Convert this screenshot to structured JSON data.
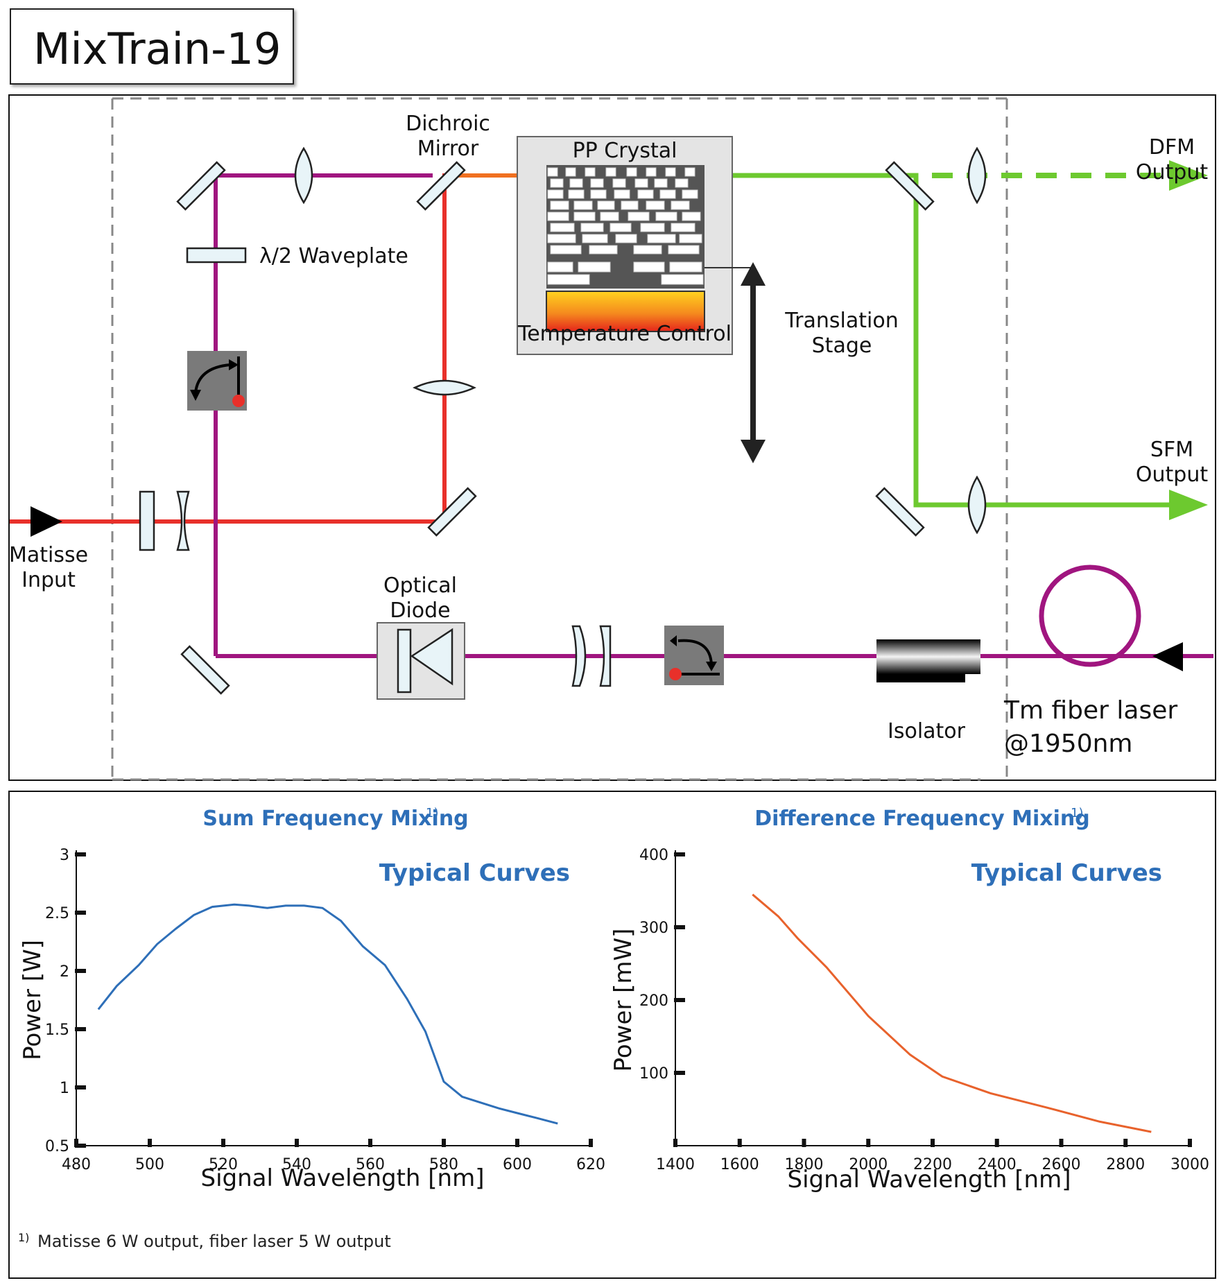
{
  "title": "MixTrain-19",
  "diagram": {
    "labels": {
      "dichroic_mirror": [
        "Dichroic",
        "Mirror"
      ],
      "pp_crystal": "PP Crystal",
      "temperature_control": "Temperature Control",
      "waveplate": "λ/2 Waveplate",
      "translation_stage": [
        "Translation",
        "Stage"
      ],
      "dfm_output": [
        "DFM",
        "Output"
      ],
      "sfm_output": [
        "SFM",
        "Output"
      ],
      "matisse_input": [
        "Matisse",
        "Input"
      ],
      "optical_diode": [
        "Optical",
        "Diode"
      ],
      "isolator": "Isolator",
      "tm_fiber_laser": [
        "Tm fiber laser",
        "@1950nm"
      ]
    },
    "colors": {
      "red_beam": "#e8302a",
      "purple_beam": "#a0157f",
      "orange_beam": "#f07020",
      "green_beam": "#6dc92f"
    }
  },
  "chart_data": [
    {
      "type": "line",
      "title": "Sum Frequency Mixing",
      "title_sup": "1)",
      "annotation": "Typical Curves",
      "xlabel": "Signal Wavelength [nm]",
      "ylabel": "Power [W]",
      "xlim": [
        480,
        620
      ],
      "ylim": [
        0.5,
        3
      ],
      "xticks": [
        480,
        500,
        520,
        540,
        560,
        580,
        600,
        620
      ],
      "yticks": [
        0.5,
        1,
        1.5,
        2,
        2.5,
        3
      ],
      "ytick_labels": [
        "0.5",
        "1",
        "1.5",
        "2",
        "2.5",
        "3"
      ],
      "color": "#2e6fb8",
      "x": [
        486,
        491,
        497,
        502,
        507,
        512,
        517,
        523,
        527,
        532,
        537,
        542,
        547,
        552,
        558,
        564,
        570,
        575,
        580,
        585,
        590,
        595,
        600,
        605,
        611
      ],
      "y": [
        1.67,
        1.87,
        2.05,
        2.23,
        2.36,
        2.48,
        2.55,
        2.57,
        2.56,
        2.54,
        2.56,
        2.56,
        2.54,
        2.43,
        2.21,
        2.05,
        1.76,
        1.48,
        1.05,
        0.92,
        0.87,
        0.82,
        0.78,
        0.74,
        0.69
      ]
    },
    {
      "type": "line",
      "title": "Difference Frequency Mixing",
      "title_sup": "1)",
      "annotation": "Typical Curves",
      "xlabel": "Signal Wavelength [nm]",
      "ylabel": "Power [mW]",
      "xlim": [
        1400,
        3000
      ],
      "ylim": [
        0,
        400
      ],
      "xticks": [
        1400,
        1600,
        1800,
        2000,
        2200,
        2400,
        2600,
        2800,
        3000
      ],
      "yticks": [
        100,
        200,
        300,
        400
      ],
      "ytick_labels": [
        "100",
        "200",
        "300",
        "400"
      ],
      "color": "#e8622c",
      "x": [
        1640,
        1720,
        1780,
        1870,
        2000,
        2130,
        2230,
        2380,
        2550,
        2720,
        2880
      ],
      "y": [
        345,
        315,
        285,
        245,
        178,
        125,
        95,
        72,
        53,
        33,
        19
      ]
    }
  ],
  "footnote": {
    "marker": "1)",
    "text": "Matisse 6 W output, fiber laser 5 W output"
  }
}
